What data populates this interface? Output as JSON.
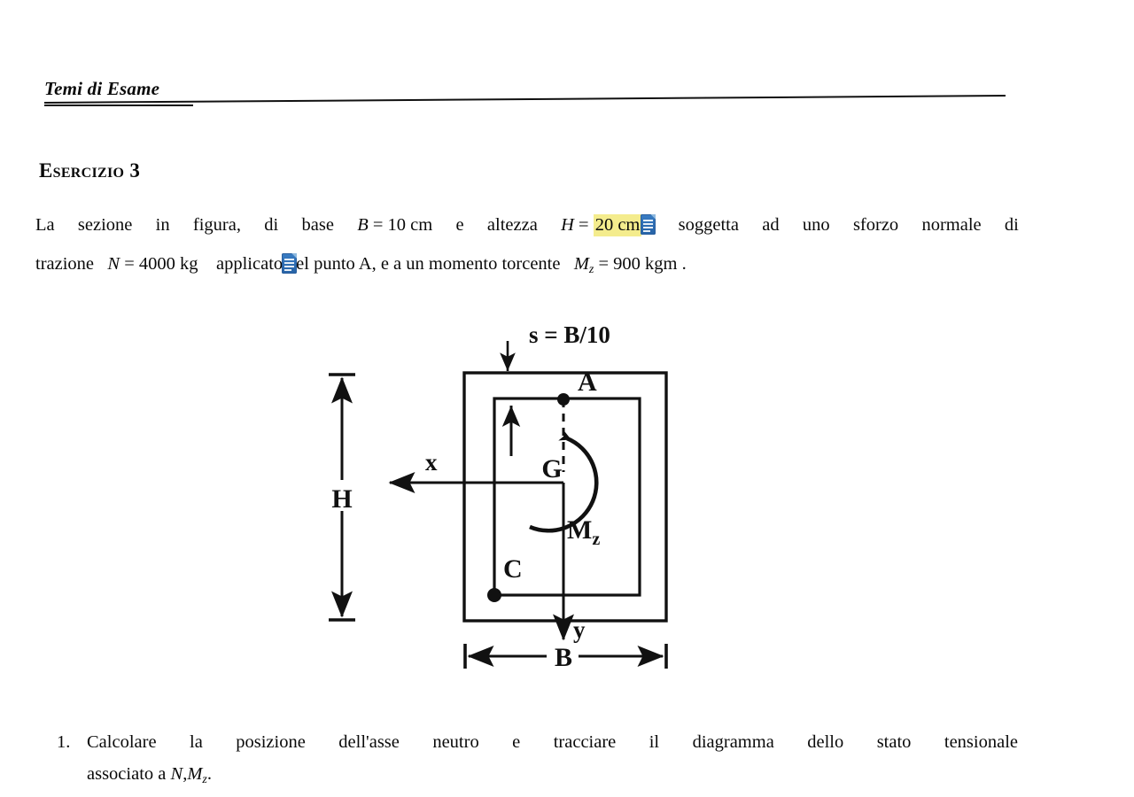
{
  "document": {
    "header_title": "Temi di Esame",
    "exercise_heading": "Esercizio 3"
  },
  "statement": {
    "line1": {
      "w1": "La",
      "w2": "sezione",
      "w3": "in",
      "w4": "figura,",
      "w5": "di",
      "w6": "base",
      "B_symbol": "B",
      "B_value": "= 10 cm",
      "w7": "e",
      "w8": "altezza",
      "H_symbol": "H",
      "H_eq": "=",
      "H_value_highlighted": "20 cm",
      "note_icon_1": "document-note-icon",
      "w9": "soggetta",
      "w10": "ad",
      "w11": "uno",
      "w12": "sforzo",
      "w13": "normale",
      "w14": "di"
    },
    "line2": {
      "w1": "trazione",
      "N_symbol": "N",
      "N_value": "= 4000 kg",
      "w2": "applicato",
      "note_icon_2": "document-note-icon",
      "w3": "el punto A, e a un momento torcente",
      "Mz_symbol": "M",
      "Mz_sub": "z",
      "Mz_value": "= 900 kgm ."
    }
  },
  "figure": {
    "label_s": "s = B/10",
    "label_H": "H",
    "label_B": "B",
    "label_x": "x",
    "label_y": "y",
    "label_A": "A",
    "label_C": "C",
    "label_G": "G",
    "label_Mz_symbol": "M",
    "label_Mz_sub": "z"
  },
  "questions": [
    {
      "number": "1.",
      "line1_words": [
        "Calcolare",
        "la",
        "posizione",
        "dell'asse",
        "neutro",
        "e",
        "tracciare",
        "il",
        "diagramma",
        "dello",
        "stato",
        "tensionale"
      ],
      "line2_prefix": "associato a",
      "line2_N": "N",
      "line2_comma": ",",
      "line2_M": "M",
      "line2_sub": "z",
      "line2_suffix": "."
    }
  ],
  "colors": {
    "highlight_yellow": "#f4ec8d",
    "note_icon_blue": "#2f6fb5",
    "ink": "#0a0a0a",
    "page_background": "#ffffff"
  }
}
